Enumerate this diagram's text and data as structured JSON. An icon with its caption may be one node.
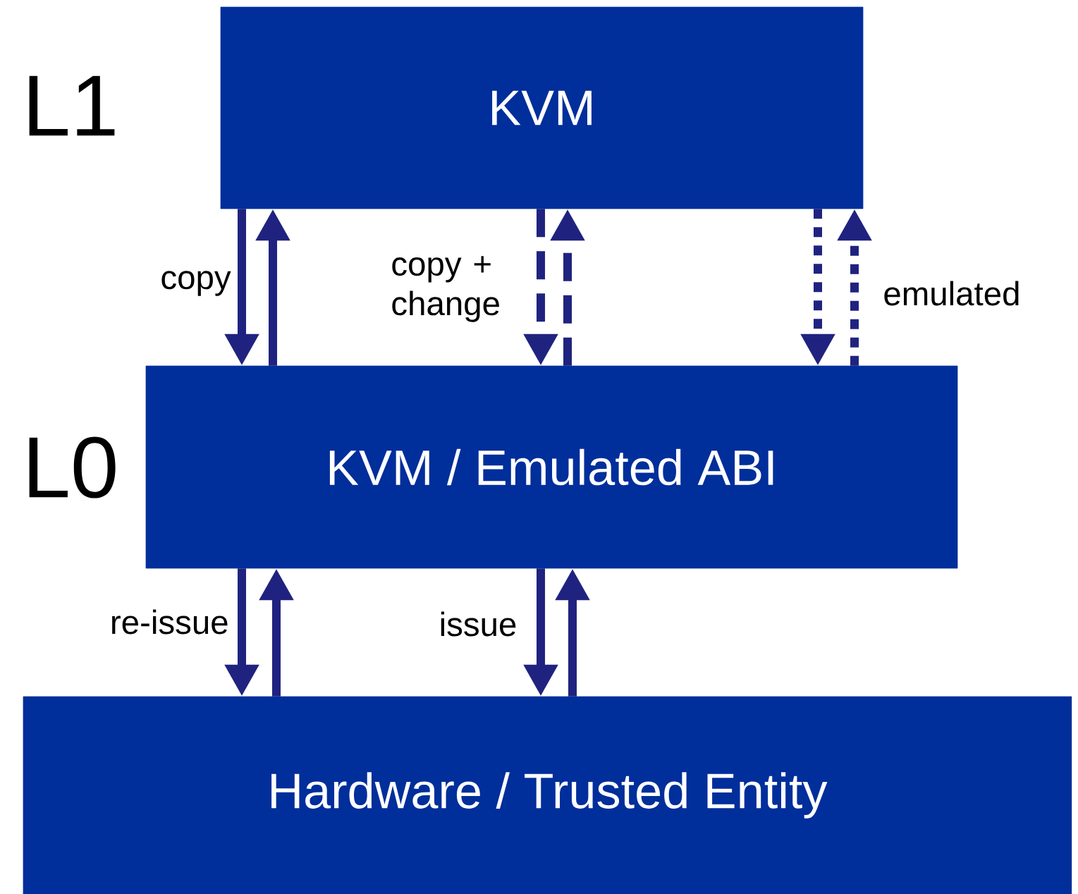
{
  "diagram": {
    "nodes": [
      {
        "text": [
          "KVM"
        ]
      },
      {
        "text": [
          "KVM / Emulated ABI"
        ]
      },
      {
        "text": [
          "Hardware / Trusted Entity"
        ]
      }
    ],
    "edges": [
      {
        "from": 0,
        "to": 1,
        "arrow": "to",
        "label": "copy"
      },
      {
        "from": 1,
        "to": 0,
        "arrow": "to"
      },
      {
        "from": 0,
        "to": 1,
        "arrow": "to",
        "style": "dashed",
        "label": "copy + change"
      },
      {
        "from": 1,
        "to": 0,
        "arrow": "to",
        "style": "dashed"
      },
      {
        "from": 0,
        "to": 1,
        "arrow": "to",
        "style": "dashed"
      },
      {
        "from": 1,
        "to": 0,
        "arrow": "to",
        "style": "dashed",
        "label": "emulated"
      },
      {
        "from": 1,
        "to": 2,
        "arrow": "to",
        "label": "re-issue"
      },
      {
        "from": 2,
        "to": 1,
        "arrow": "to"
      },
      {
        "from": 1,
        "to": 2,
        "arrow": "to",
        "label": "issue"
      },
      {
        "from": 2,
        "to": 1,
        "arrow": "to"
      }
    ],
    "labels": [
      "L1",
      "L0"
    ]
  }
}
